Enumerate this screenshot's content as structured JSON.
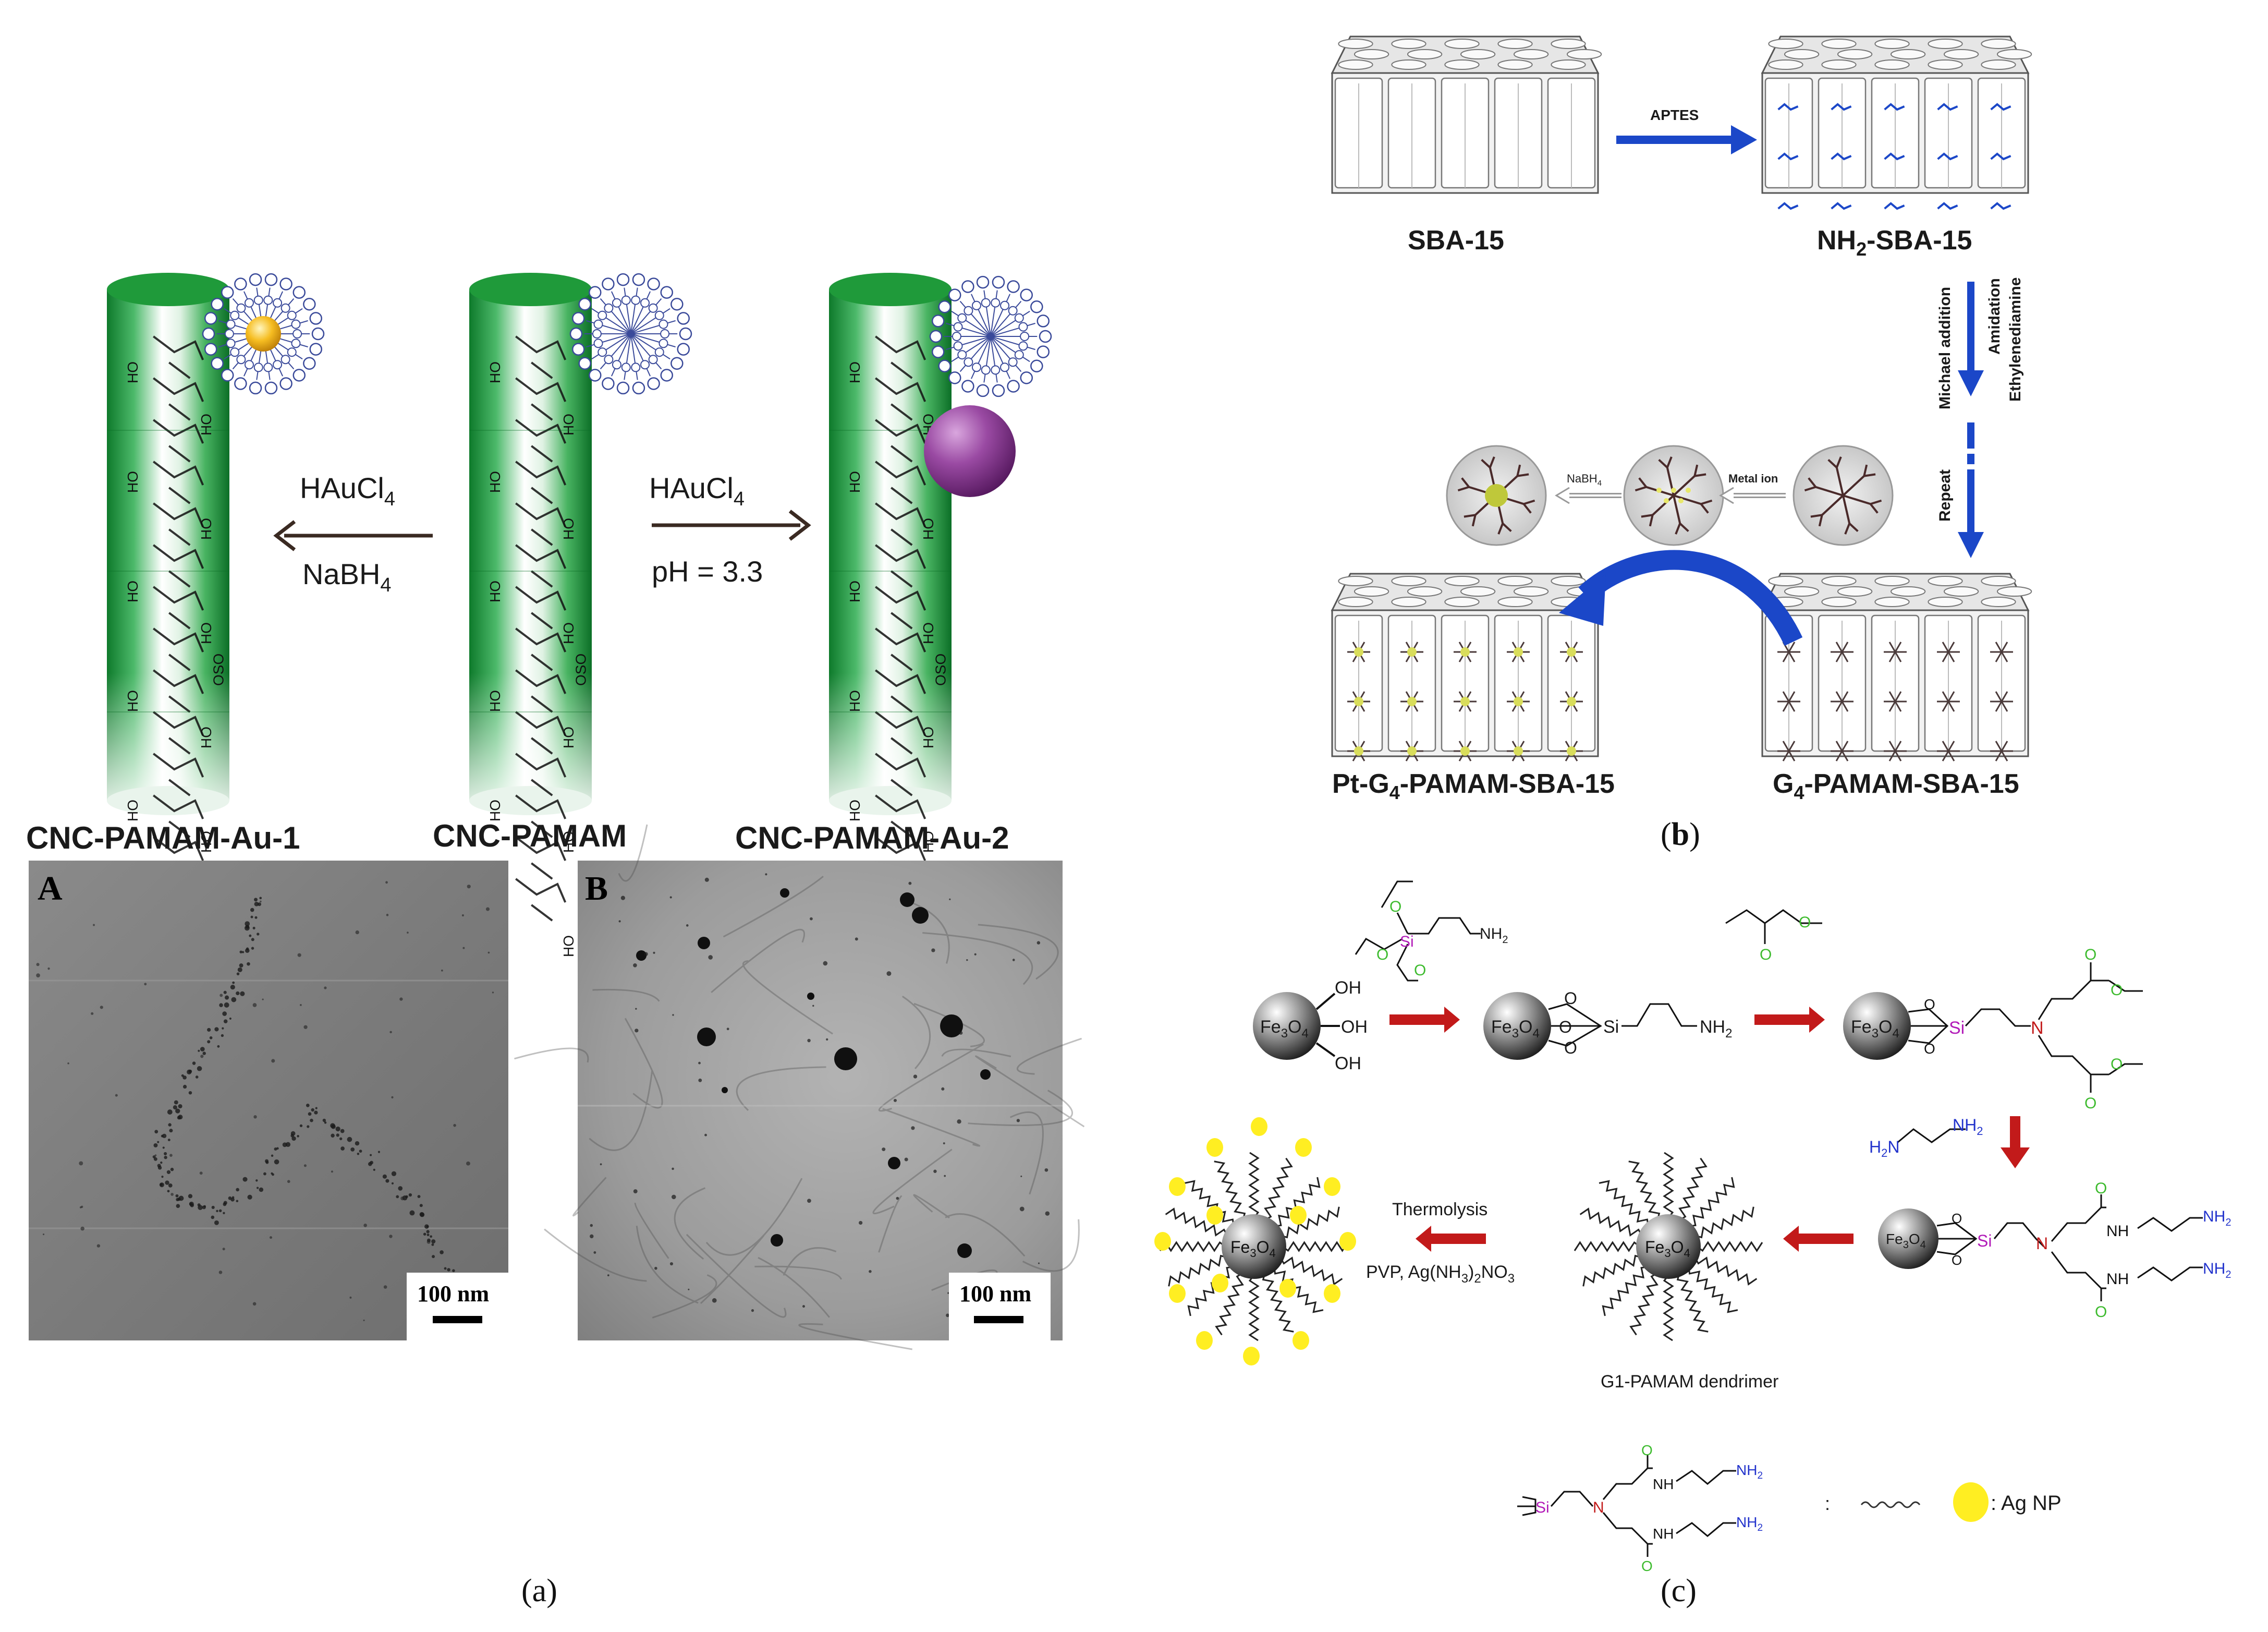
{
  "panel_a": {
    "caption_letter": "a",
    "rods": {
      "left_label": "CNC-PAMAM-Au-1",
      "center_label": "CNC-PAMAM",
      "right_label": "CNC-PAMAM-Au-2"
    },
    "chem_labels": {
      "hydroxyl": "HO",
      "sulfate": "OSO",
      "ring_o": "O"
    },
    "arrow_left": {
      "top": "HAuCl",
      "top_sub": "4",
      "bottom": "NaBH",
      "bottom_sub": "4"
    },
    "arrow_right": {
      "top": "HAuCl",
      "top_sub": "4",
      "bottom": "pH = 3.3"
    },
    "tem_left": {
      "letter": "A",
      "scale": "100 nm"
    },
    "tem_right": {
      "letter": "B",
      "scale": "100 nm"
    }
  },
  "panel_b": {
    "caption_letter": "b",
    "sba": "SBA-15",
    "nh2_sba_main": "NH",
    "nh2_sba_sub": "2",
    "nh2_sba_rest": "-SBA-15",
    "aptes": "APTES",
    "michael": "Michael addition",
    "amidation": "Amidation",
    "ethylenediamine": "Ethylenediamine",
    "repeat": "Repeat",
    "nabh": "NaBH",
    "nabh_sub": "4",
    "metal_ion": "Metal ion",
    "pt_label_pre": "Pt-G",
    "pt_label_sub": "4",
    "pt_label_post": "-PAMAM-SBA-15",
    "g4_label_pre": "G",
    "g4_label_sub": "4",
    "g4_label_post": "-PAMAM-SBA-15"
  },
  "panel_c": {
    "caption_letter": "c",
    "fe": "Fe",
    "fe_sub": "3",
    "fe_o": "O",
    "fe_o_sub": "4",
    "oh": "OH",
    "o": "O",
    "si": "Si",
    "n": "N",
    "nh": "NH",
    "nh2": "NH",
    "nh2_sub": "2",
    "h2n": "H",
    "h2n_sub": "2",
    "h2n_n": "N",
    "thermolysis": "Thermolysis",
    "pvp": "PVP, Ag(NH",
    "pvp_sub1": "3",
    "pvp_mid": ")",
    "pvp_sub2": "2",
    "pvp_end": "NO",
    "pvp_sub3": "3",
    "dendrimer": "G1-PAMAM dendrimer",
    "ag_np": ": Ag NP",
    "colon": ":"
  },
  "colors": {
    "rod_green": "#1f9a3a",
    "rod_dark": "#0d6d25",
    "gold": "#f2b31b",
    "purple": "#8a3b94",
    "blue_arrow": "#1b47c8",
    "red_arrow": "#c21a1a",
    "dark_arrow": "#3a2a22",
    "magenta": "#b21bb8",
    "green_chem": "#3dbb2e",
    "blue_chem": "#2233cc",
    "yellow_np": "#ffee22"
  }
}
